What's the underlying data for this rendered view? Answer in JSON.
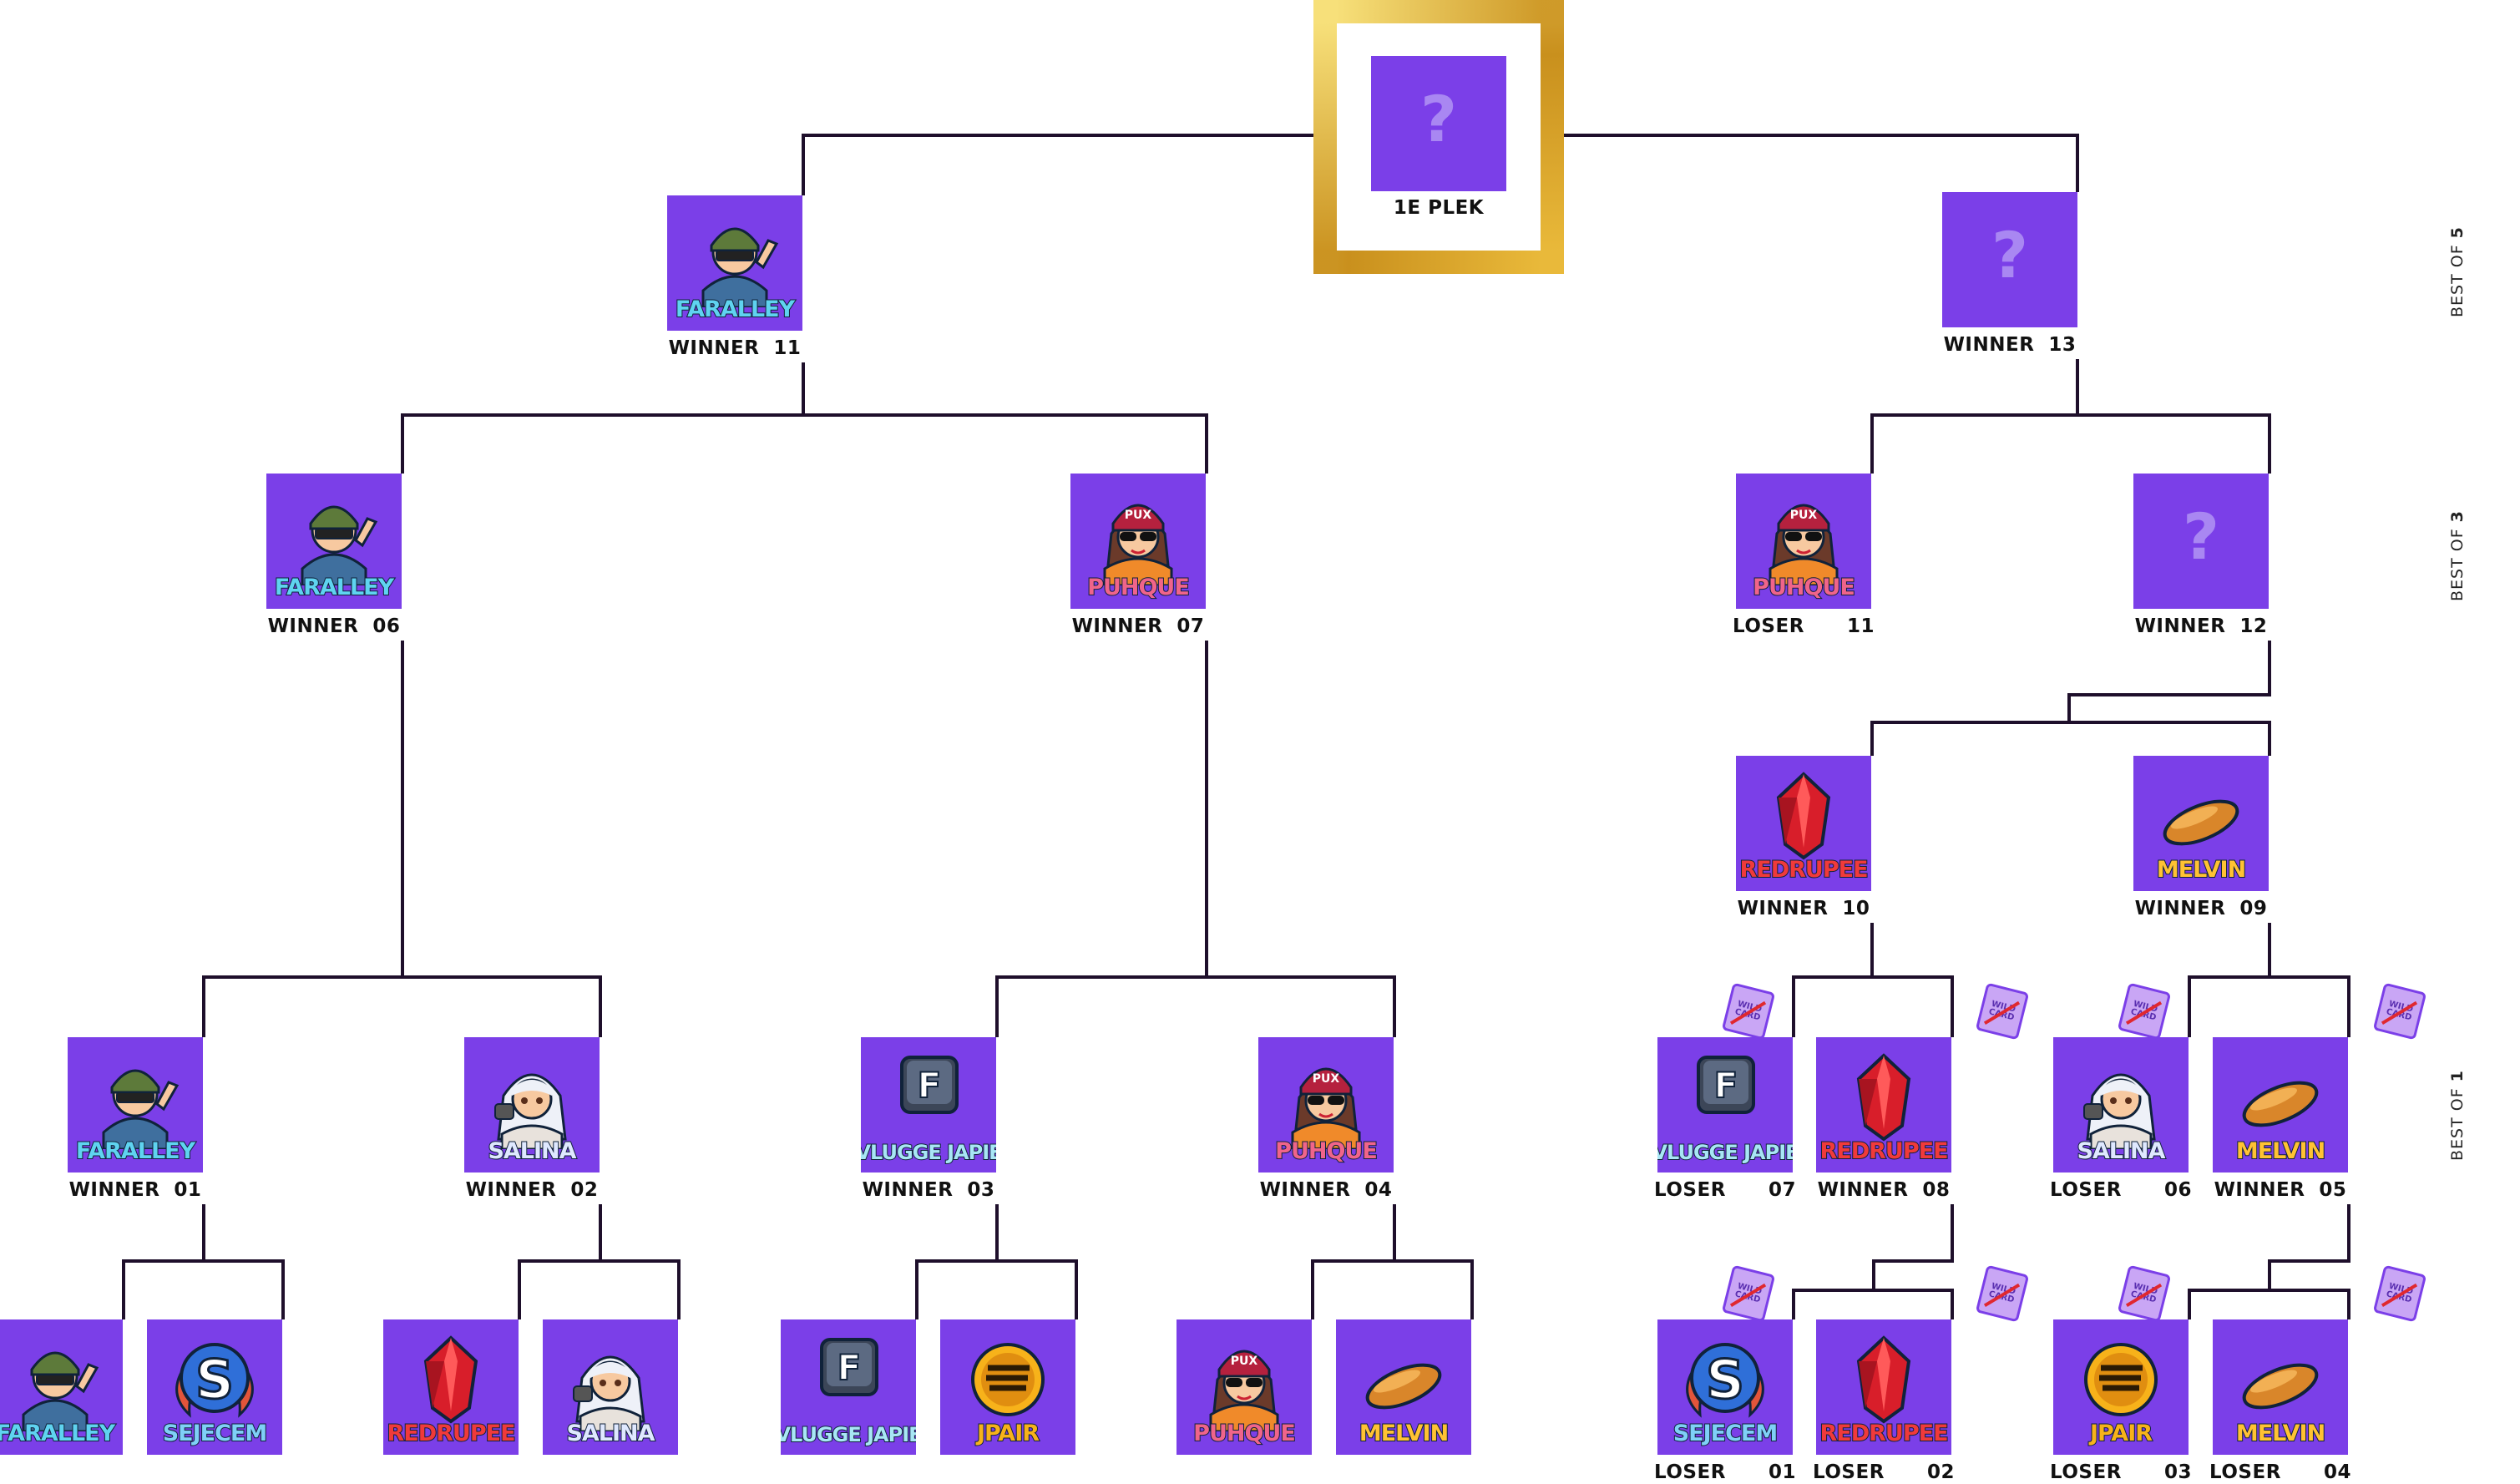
{
  "champion": {
    "placeholder": "?",
    "label": "1E PLEK"
  },
  "rounds": {
    "bo5": "BEST OF 5",
    "bo3": "BEST OF 3",
    "bo1": "BEST OF 1"
  },
  "wild_card": "WILD CARD",
  "slots": [
    {
      "id": "final-left",
      "team": "faralley",
      "label": "WINNER  11"
    },
    {
      "id": "final-right",
      "team": null,
      "label": "WINNER  13"
    },
    {
      "id": "semi-left-a",
      "team": "faralley",
      "label": "WINNER  06"
    },
    {
      "id": "semi-left-b",
      "team": "puhque",
      "label": "WINNER  07"
    },
    {
      "id": "lower-loser-11",
      "team": "puhque",
      "label": "LOSER      11"
    },
    {
      "id": "lower-winner-12",
      "team": null,
      "label": "WINNER  12"
    },
    {
      "id": "lower-winner-10",
      "team": "redrupee",
      "label": "WINNER  10"
    },
    {
      "id": "lower-winner-09",
      "team": "melvin",
      "label": "WINNER  09"
    },
    {
      "id": "upper-winner-01",
      "team": "faralley",
      "label": "WINNER  01"
    },
    {
      "id": "upper-winner-02",
      "team": "salina",
      "label": "WINNER  02"
    },
    {
      "id": "upper-winner-03",
      "team": "vluggejapie",
      "label": "WINNER  03"
    },
    {
      "id": "upper-winner-04",
      "team": "puhque",
      "label": "WINNER  04"
    },
    {
      "id": "lower-loser-07",
      "team": "vluggejapie",
      "label": "LOSER      07"
    },
    {
      "id": "lower-winner-08",
      "team": "redrupee",
      "label": "WINNER  08"
    },
    {
      "id": "lower-loser-06",
      "team": "salina",
      "label": "LOSER      06"
    },
    {
      "id": "lower-winner-05",
      "team": "melvin",
      "label": "WINNER  05"
    },
    {
      "id": "r1-a",
      "team": "faralley",
      "label": ""
    },
    {
      "id": "r1-b",
      "team": "sejecem",
      "label": ""
    },
    {
      "id": "r1-c",
      "team": "redrupee",
      "label": ""
    },
    {
      "id": "r1-d",
      "team": "salina",
      "label": ""
    },
    {
      "id": "r1-e",
      "team": "vluggejapie",
      "label": ""
    },
    {
      "id": "r1-f",
      "team": "jpair",
      "label": ""
    },
    {
      "id": "r1-g",
      "team": "puhque",
      "label": ""
    },
    {
      "id": "r1-h",
      "team": "melvin",
      "label": ""
    },
    {
      "id": "lower-loser-01",
      "team": "sejecem",
      "label": "LOSER      01"
    },
    {
      "id": "lower-loser-02",
      "team": "redrupee",
      "label": "LOSER      02"
    },
    {
      "id": "lower-loser-03",
      "team": "jpair",
      "label": "LOSER      03"
    },
    {
      "id": "lower-loser-04",
      "team": "melvin",
      "label": "LOSER      04"
    }
  ],
  "teams": {
    "faralley": {
      "name": "FARALLEY",
      "color": "#5fd3f0",
      "icon": "soldier-saluting-icon"
    },
    "puhque": {
      "name": "PUHQUE",
      "color": "#f0648a",
      "icon": "girl-beanie-sunglasses-icon",
      "badge": "PUX"
    },
    "salina": {
      "name": "SALINA",
      "color": "#dfe8ff",
      "icon": "white-haired-girl-icon"
    },
    "redrupee": {
      "name": "REDRUPEE",
      "color": "#f03a3a",
      "icon": "red-gem-icon"
    },
    "melvin": {
      "name": "MELVIN",
      "color": "#ffc233",
      "icon": "croquette-icon"
    },
    "vluggejapie": {
      "name": "VLUGGE JAPIE",
      "color": "#a8e6f5",
      "icon": "keyboard-f-key-icon",
      "key": "F"
    },
    "sejecem": {
      "name": "SEJECEM",
      "color": "#7fd0f7",
      "icon": "s-wings-icon",
      "letter": "S"
    },
    "jpair": {
      "name": "JPAIR",
      "color": "#f7b21a",
      "icon": "gold-coin-icon"
    }
  }
}
